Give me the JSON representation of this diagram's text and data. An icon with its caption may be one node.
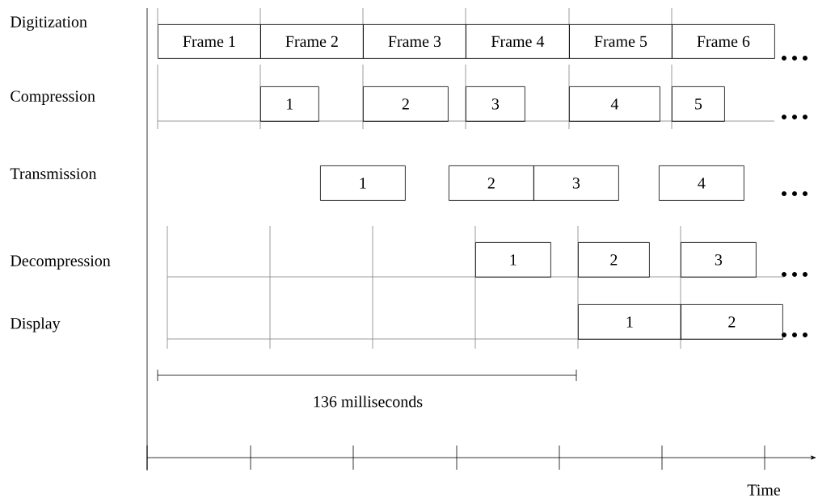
{
  "diagram": {
    "nodes": [
      {
        "text": [
          "Frame 1"
        ]
      },
      {
        "text": [
          "Frame 2"
        ]
      },
      {
        "text": [
          "Frame 3"
        ]
      },
      {
        "text": [
          "Frame 4"
        ]
      },
      {
        "text": [
          "Frame 5"
        ]
      },
      {
        "text": [
          "Frame 6"
        ]
      },
      {
        "text": [
          "1"
        ]
      },
      {
        "text": [
          "2"
        ]
      },
      {
        "text": [
          "3"
        ]
      },
      {
        "text": [
          "4"
        ]
      },
      {
        "text": [
          "5"
        ]
      },
      {
        "text": [
          "1"
        ]
      },
      {
        "text": [
          "2"
        ]
      },
      {
        "text": [
          "3"
        ]
      },
      {
        "text": [
          "4"
        ]
      },
      {
        "text": [
          "1"
        ]
      },
      {
        "text": [
          "2"
        ]
      },
      {
        "text": [
          "3"
        ]
      },
      {
        "text": [
          "1"
        ]
      },
      {
        "text": [
          "2"
        ]
      }
    ],
    "labels": [
      "Digitization",
      "Compression",
      "Transmission",
      "Decompression",
      "Display",
      "136 milliseconds",
      "Time"
    ]
  }
}
